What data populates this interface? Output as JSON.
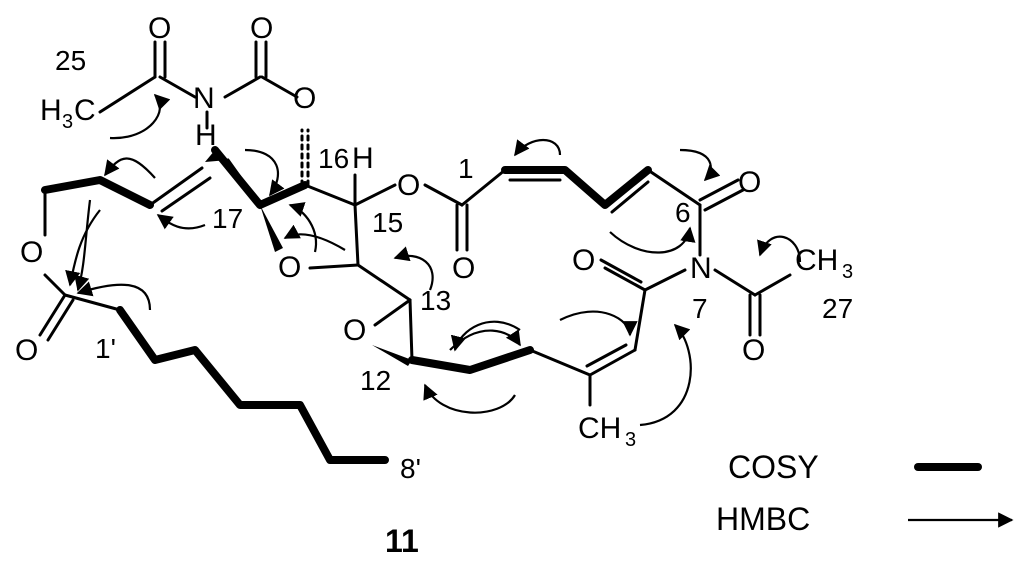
{
  "labels": {
    "n25": "25",
    "o_acetyl": "O",
    "o_carbamate": "O",
    "nh_n": "N",
    "nh_h": "H",
    "h3c_h": "H",
    "h3c_sub": "3",
    "h3c_c": "C",
    "o_ether": "O",
    "n16": "16",
    "h16": "H",
    "o_ester": "O",
    "n1": "1",
    "o_ketone6": "O",
    "n6": "6",
    "n17": "17",
    "n15": "15",
    "o_lactone": "O",
    "o_thf": "O",
    "o_ester_co": "O",
    "o_imide": "O",
    "n_imide": "N",
    "ch3_27_c": "CH",
    "ch3_27_sub": "3",
    "n13": "13",
    "n7": "7",
    "n27": "27",
    "o_lactone_co": "O",
    "n1p": "1'",
    "o_epox": "O",
    "o_acetyl27": "O",
    "n12": "12",
    "ch3_me_c": "CH",
    "ch3_me_sub": "3",
    "n8p": "8'"
  },
  "compound_label": "11",
  "legend": {
    "cosy_label": "COSY",
    "hmbc_label": "HMBC"
  }
}
